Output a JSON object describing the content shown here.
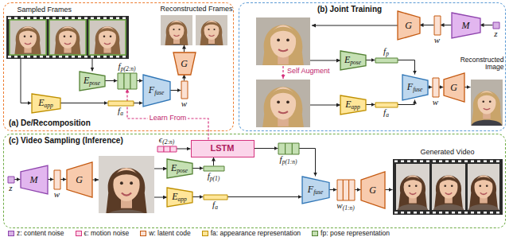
{
  "diagram": {
    "nodes": [
      {
        "text": [
          "(a) De/Recomposition"
        ]
      },
      {
        "text": [
          "Sampled Frames"
        ],
        "in": 0
      },
      {
        "text": [
          "Reconstructed Frames"
        ],
        "in": 0
      },
      {
        "text": [
          "E",
          "pose"
        ],
        "in": 0
      },
      {
        "text": [
          "f",
          "p(2:n)"
        ],
        "in": 0
      },
      {
        "text": [
          "G"
        ],
        "in": 0
      },
      {
        "text": [
          "w"
        ],
        "in": 0
      },
      {
        "text": [
          "F",
          "fuse"
        ],
        "in": 0
      },
      {
        "text": [
          "E",
          "app"
        ],
        "in": 0
      },
      {
        "text": [
          "f",
          "a"
        ],
        "in": 0
      },
      {
        "text": [
          "(b) Joint Training"
        ]
      },
      {
        "text": [
          "G"
        ],
        "in": 10
      },
      {
        "text": [
          "w"
        ],
        "in": 10
      },
      {
        "text": [
          "M"
        ],
        "in": 10
      },
      {
        "text": [
          "z"
        ],
        "in": 10
      },
      {
        "text": [
          "E",
          "pose"
        ],
        "in": 10
      },
      {
        "text": [
          "f",
          "p"
        ],
        "in": 10
      },
      {
        "text": [
          "E",
          "app"
        ],
        "in": 10
      },
      {
        "text": [
          "f",
          "a"
        ],
        "in": 10
      },
      {
        "text": [
          "F",
          "fuse"
        ],
        "in": 10
      },
      {
        "text": [
          "w"
        ],
        "in": 10
      },
      {
        "text": [
          "G"
        ],
        "in": 10
      },
      {
        "text": [
          "Reconstructed Image"
        ],
        "in": 10
      },
      {
        "text": [
          "(c) Video Sampling (Inference)"
        ]
      },
      {
        "text": [
          "ϵ",
          "(2:n)"
        ],
        "in": 23
      },
      {
        "text": [
          "LSTM"
        ],
        "in": 23
      },
      {
        "text": [
          "f",
          "p(1:n)"
        ],
        "in": 23
      },
      {
        "text": [
          "z"
        ],
        "in": 23
      },
      {
        "text": [
          "M"
        ],
        "in": 23
      },
      {
        "text": [
          "w"
        ],
        "in": 23
      },
      {
        "text": [
          "G"
        ],
        "in": 23
      },
      {
        "text": [
          "E",
          "pose"
        ],
        "in": 23
      },
      {
        "text": [
          "f",
          "p(1)"
        ],
        "in": 23
      },
      {
        "text": [
          "E",
          "app"
        ],
        "in": 23
      },
      {
        "text": [
          "f",
          "a"
        ],
        "in": 23
      },
      {
        "text": [
          "F",
          "fuse"
        ],
        "in": 23
      },
      {
        "text": [
          "w",
          "(1:n)"
        ],
        "in": 23
      },
      {
        "text": [
          "G"
        ],
        "in": 23
      },
      {
        "text": [
          "Generated Video"
        ],
        "in": 23
      }
    ],
    "edges": [
      {
        "from": 1,
        "to": 3,
        "arrow": "to"
      },
      {
        "from": 1,
        "to": 8,
        "arrow": "to"
      },
      {
        "from": 3,
        "to": 4,
        "arrow": "to"
      },
      {
        "from": 4,
        "to": 7,
        "arrow": "to"
      },
      {
        "from": 8,
        "to": 9,
        "arrow": "to"
      },
      {
        "from": 9,
        "to": 7,
        "arrow": "to"
      },
      {
        "from": 7,
        "to": 6,
        "arrow": "to"
      },
      {
        "from": 6,
        "to": 5,
        "arrow": "to"
      },
      {
        "from": 5,
        "to": 2,
        "arrow": "to"
      },
      {
        "from": 14,
        "to": 13,
        "arrow": "to"
      },
      {
        "from": 13,
        "to": 12,
        "arrow": "to"
      },
      {
        "from": 12,
        "to": 11,
        "arrow": "to"
      },
      {
        "from": 15,
        "to": 16,
        "arrow": "to"
      },
      {
        "from": 16,
        "to": 19,
        "arrow": "to"
      },
      {
        "from": 17,
        "to": 18,
        "arrow": "to"
      },
      {
        "from": 18,
        "to": 19,
        "arrow": "to"
      },
      {
        "from": 19,
        "to": 20,
        "arrow": "to"
      },
      {
        "from": 20,
        "to": 21,
        "arrow": "to"
      },
      {
        "from": 21,
        "to": 22,
        "arrow": "to"
      },
      {
        "from": 27,
        "to": 28,
        "arrow": "to"
      },
      {
        "from": 28,
        "to": 29,
        "arrow": "to"
      },
      {
        "from": 29,
        "to": 30,
        "arrow": "to"
      },
      {
        "from": 31,
        "to": 32,
        "arrow": "to"
      },
      {
        "from": 32,
        "to": 25,
        "arrow": "to"
      },
      {
        "from": 24,
        "to": 25,
        "arrow": "to"
      },
      {
        "from": 25,
        "to": 26,
        "arrow": "to"
      },
      {
        "from": 26,
        "to": 35,
        "arrow": "to"
      },
      {
        "from": 33,
        "to": 34,
        "arrow": "to"
      },
      {
        "from": 34,
        "to": 35,
        "arrow": "to"
      },
      {
        "from": 35,
        "to": 36,
        "arrow": "to"
      },
      {
        "from": 36,
        "to": 37,
        "arrow": "to"
      },
      {
        "from": 37,
        "to": 38,
        "arrow": "to"
      },
      {
        "from": 25,
        "to": 4,
        "label": "Learn From",
        "arrow": "to"
      }
    ],
    "labels": [
      "Self Augment"
    ],
    "legend": [
      {
        "text": "z: content noise",
        "color": "#d9b3e6"
      },
      {
        "text": "ϵ: motion noise",
        "color": "#fbd5ea"
      },
      {
        "text": "w: latent code",
        "color": "#fbe1d3"
      },
      {
        "text": "fa: appearance representation",
        "color": "#ffe699"
      },
      {
        "text": "fp: pose representation",
        "color": "#c5e0b3"
      }
    ]
  }
}
